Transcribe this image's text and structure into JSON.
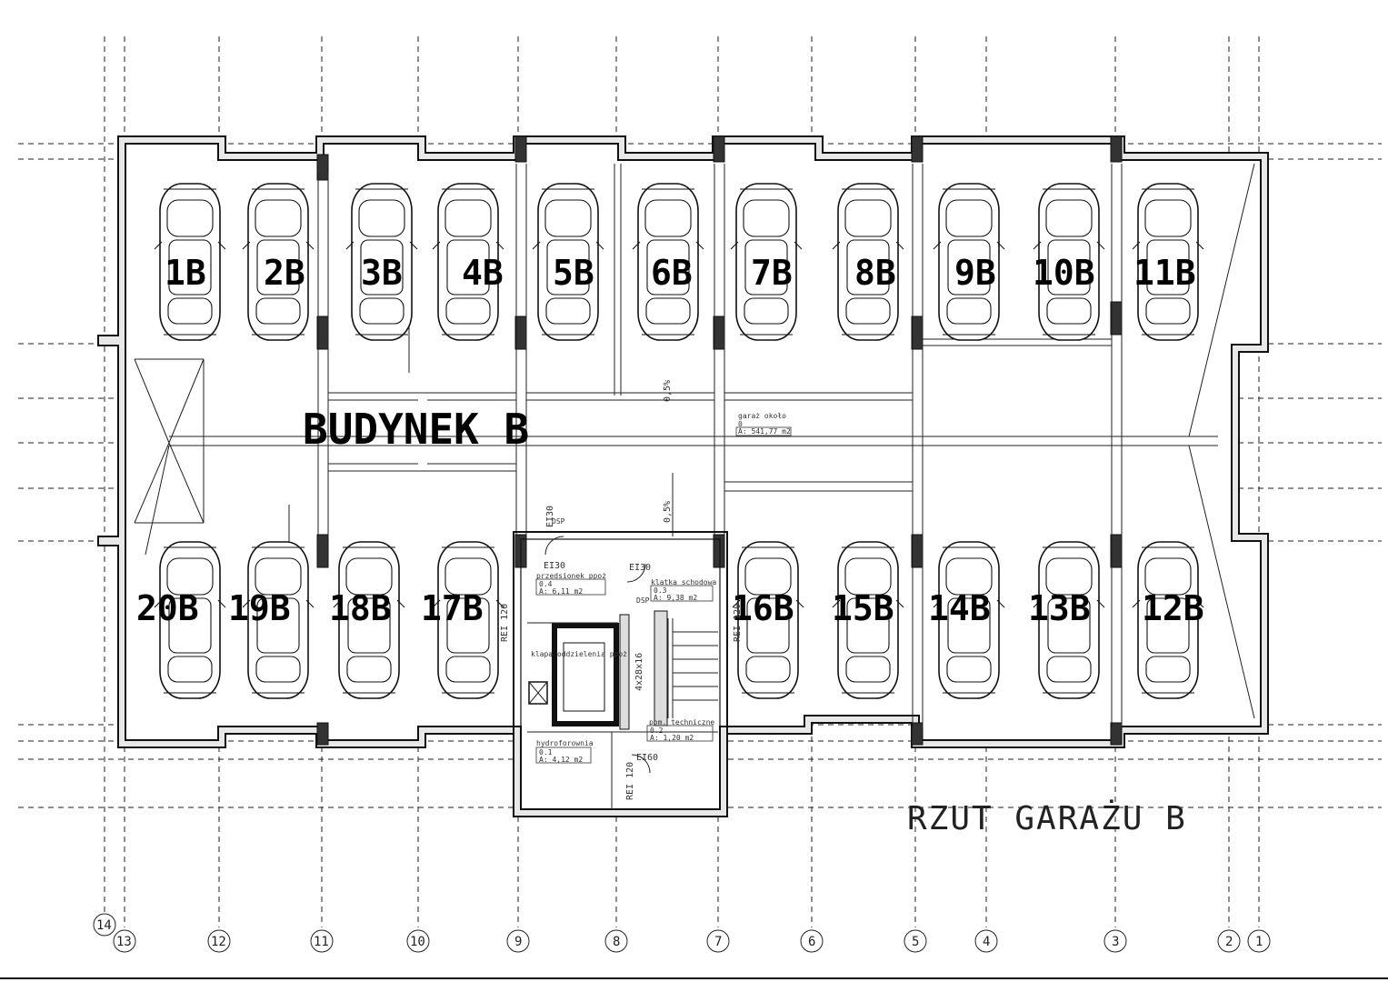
{
  "drawing": {
    "building_title": "BUDYNEK B",
    "plan_title": "RZUT GARAŻU B"
  },
  "parking_spots": {
    "top_row": [
      "1B",
      "2B",
      "3B",
      "4B",
      "5B",
      "6B",
      "7B",
      "8B",
      "9B",
      "10B",
      "11B"
    ],
    "bottom_row": [
      "20B",
      "19B",
      "18B",
      "17B",
      "16B",
      "15B",
      "14B",
      "13B",
      "12B"
    ]
  },
  "grid_axes": [
    "14",
    "13",
    "12",
    "11",
    "10",
    "9",
    "8",
    "7",
    "6",
    "5",
    "4",
    "3",
    "2",
    "1"
  ],
  "rooms": {
    "przedsionek": {
      "name": "przedsionek ppoż",
      "number": "0.4",
      "area": "A: 6,11 m2"
    },
    "klatka": {
      "name": "klatka schodowa",
      "number": "0.3",
      "area": "A: 9,38 m2"
    },
    "garaz": {
      "name": "garaż około",
      "number": "0",
      "area": "A: 541,77 m2"
    },
    "hydroforownia": {
      "name": "hydroforownia",
      "number": "0.1",
      "area": "A: 4,12 m2"
    },
    "techniczne": {
      "name": "pom. techniczne",
      "number": "0.2",
      "area": "A: 1,20 m2"
    }
  },
  "annotations": {
    "ei30_a": "EI30",
    "ei30_b": "EI30",
    "ei30_c": "EI30",
    "ei60": "EI60",
    "rei120_a": "REI 120",
    "rei120_b": "REI 120",
    "rei120_c": "REI 120",
    "slope_a": "0,5%",
    "slope_b": "0,5%",
    "klapa": "klapa oddzielenia ppoż",
    "stairs": "4x28x16",
    "dsp": "DSP"
  }
}
